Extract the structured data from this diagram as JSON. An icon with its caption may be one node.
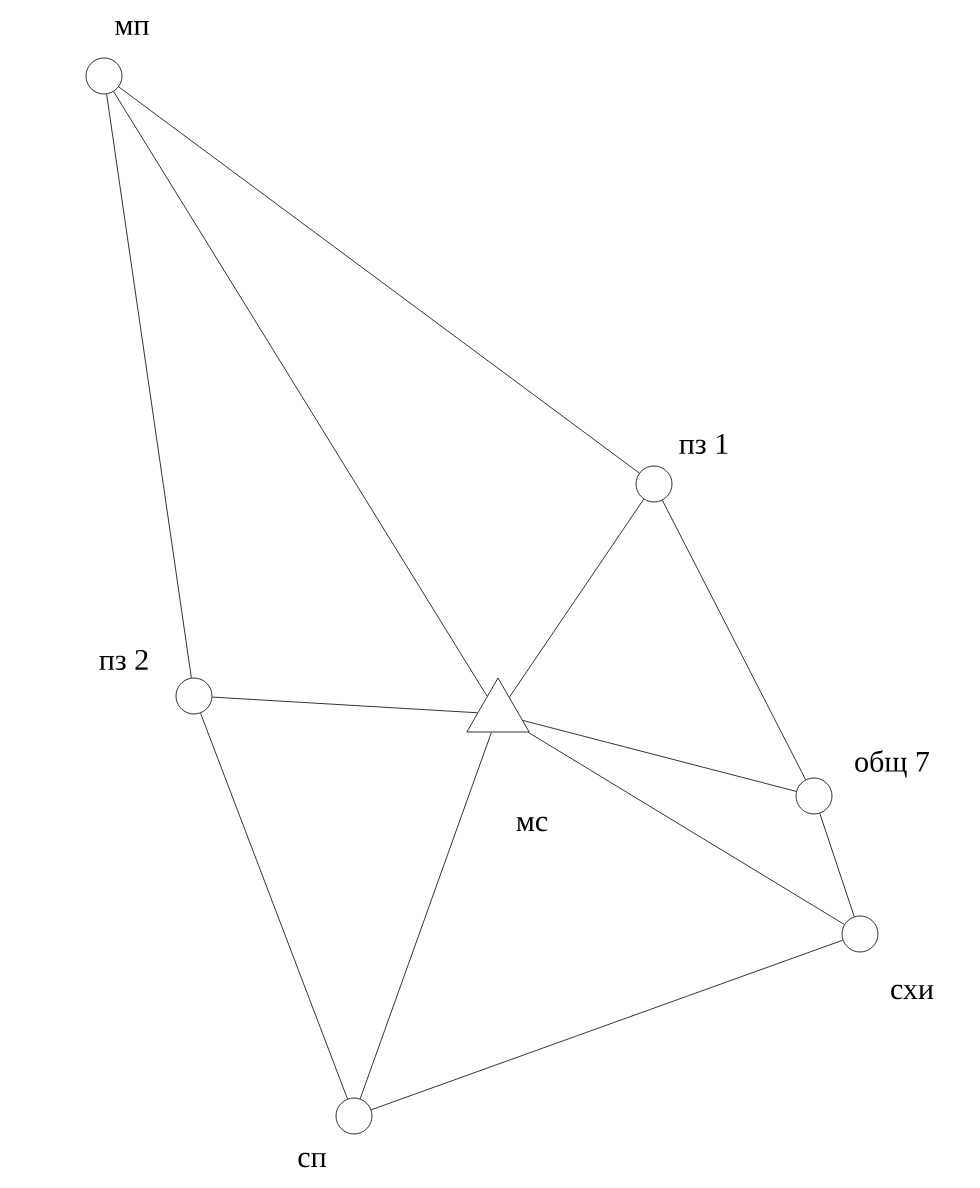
{
  "diagram": {
    "nodes": [
      {
        "text": [],
        "shape": "circle",
        "beside": [
          "мп"
        ]
      },
      {
        "text": [],
        "shape": "circle",
        "beside": [
          "пз 1"
        ]
      },
      {
        "text": [],
        "shape": "circle",
        "beside": [
          "пз 2"
        ]
      },
      {
        "text": [],
        "shape": "triangle",
        "beside": [
          "мс"
        ]
      },
      {
        "text": [],
        "shape": "circle",
        "beside": [
          "общ 7"
        ]
      },
      {
        "text": [],
        "shape": "circle",
        "beside": [
          "схи"
        ]
      },
      {
        "text": [],
        "shape": "circle",
        "beside": [
          "сп"
        ]
      }
    ],
    "edges": [
      {
        "from": 0,
        "to": 1,
        "arrow": "none"
      },
      {
        "from": 0,
        "to": 2,
        "arrow": "none"
      },
      {
        "from": 0,
        "to": 3,
        "arrow": "none"
      },
      {
        "from": 1,
        "to": 3,
        "arrow": "none"
      },
      {
        "from": 1,
        "to": 4,
        "arrow": "none"
      },
      {
        "from": 2,
        "to": 3,
        "arrow": "none"
      },
      {
        "from": 2,
        "to": 6,
        "arrow": "none"
      },
      {
        "from": 3,
        "to": 4,
        "arrow": "none"
      },
      {
        "from": 3,
        "to": 5,
        "arrow": "none"
      },
      {
        "from": 3,
        "to": 6,
        "arrow": "none"
      },
      {
        "from": 4,
        "to": 5,
        "arrow": "none"
      },
      {
        "from": 5,
        "to": 6,
        "arrow": "none"
      }
    ]
  }
}
